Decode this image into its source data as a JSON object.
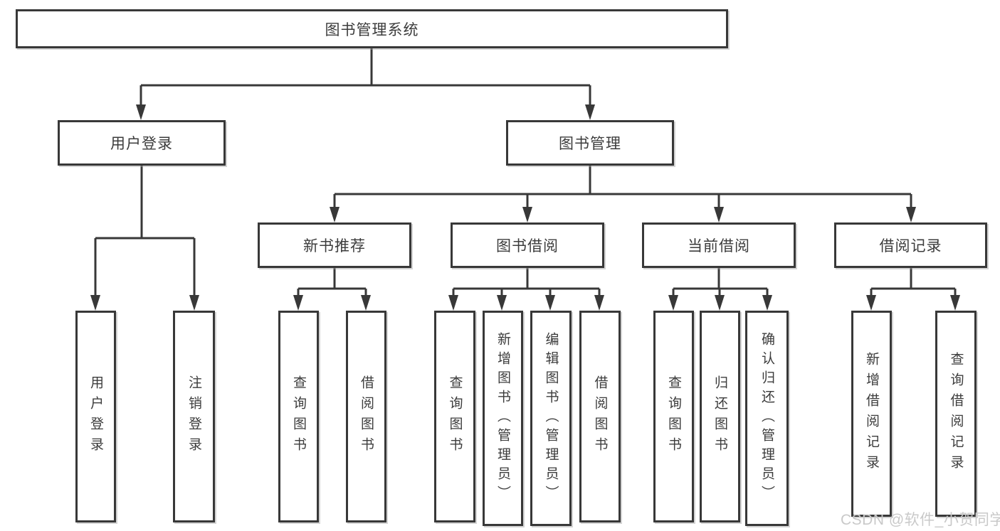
{
  "tree": {
    "root": {
      "label": "图书管理系统"
    },
    "branches": [
      {
        "label": "用户登录",
        "children": [
          {
            "label": "用户登录"
          },
          {
            "label": "注销登录"
          }
        ]
      },
      {
        "label": "图书管理",
        "children": [
          {
            "label": "新书推荐",
            "children": [
              {
                "label": "查询图书"
              },
              {
                "label": "借阅图书"
              }
            ]
          },
          {
            "label": "图书借阅",
            "children": [
              {
                "label": "查询图书"
              },
              {
                "label": "新增图书（管理员）"
              },
              {
                "label": "编辑图书（管理员）"
              },
              {
                "label": "借阅图书"
              }
            ]
          },
          {
            "label": "当前借阅",
            "children": [
              {
                "label": "查询图书"
              },
              {
                "label": "归还图书"
              },
              {
                "label": "确认归还（管理员）"
              }
            ]
          },
          {
            "label": "借阅记录",
            "children": [
              {
                "label": "新增借阅记录"
              },
              {
                "label": "查询借阅记录"
              }
            ]
          }
        ]
      }
    ]
  },
  "watermark": {
    "text": "CSDN @软件_小贺同学"
  },
  "colors": {
    "line": "#383838",
    "box_fill": "#ffffff",
    "text": "#3c3c3c",
    "watermark": "#c9c9c9"
  }
}
